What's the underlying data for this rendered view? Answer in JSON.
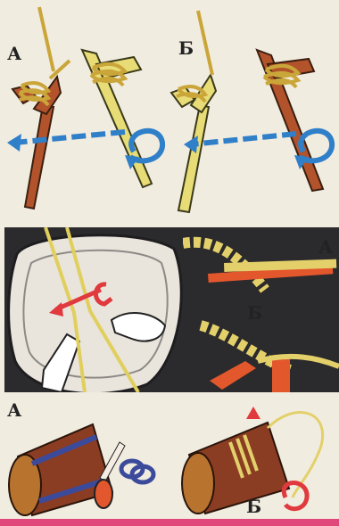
{
  "labels": {
    "top_left": "А",
    "top_right": "Б",
    "mid_right_a": "А",
    "mid_right_b": "Б",
    "bottom_left": "А",
    "bottom_right": "Б"
  },
  "colors": {
    "paper": "#f1ece0",
    "wood_brown": "#b3532b",
    "rope_yellow": "#e7d86a",
    "arrow_blue": "#2f7fc9",
    "arrow_red": "#e0393e",
    "dark_bg": "#2b2a2c",
    "accent_rule": "#e0477a"
  }
}
